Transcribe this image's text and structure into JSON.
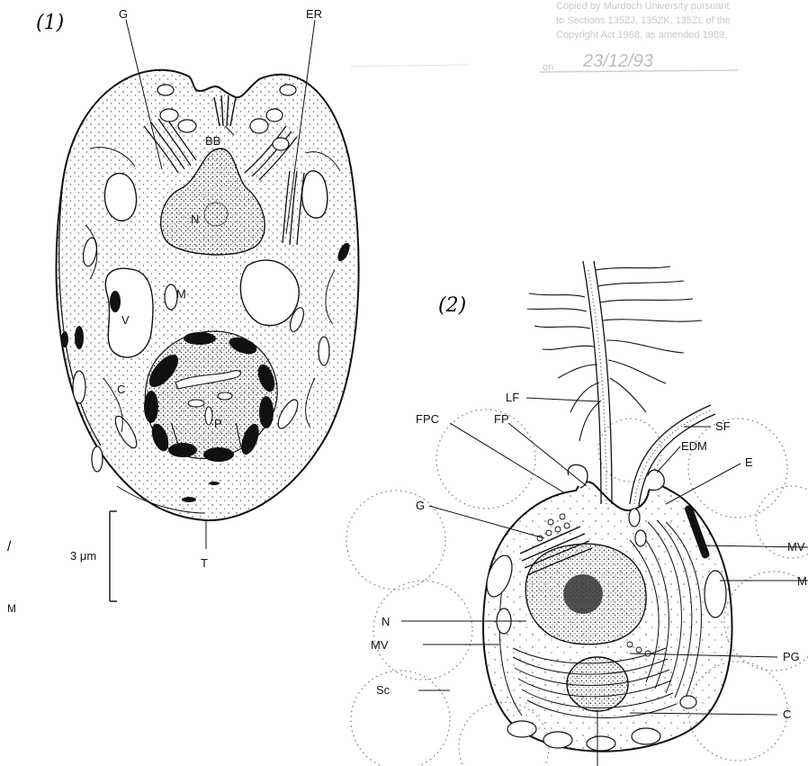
{
  "stamp": {
    "line1": "Copied by Murdoch University pursuant",
    "line2": "to Sections 135ZJ, 135ZK, 135ZL of the",
    "line3": "Copyright Act 1968, as amended 1989.",
    "on_label": "on",
    "date": "23/12/93"
  },
  "figure1": {
    "number": "(1)",
    "labels": {
      "G": "G",
      "ER": "ER",
      "BB": "BB",
      "N": "N",
      "M": "M",
      "V": "V",
      "C": "C",
      "P": "P",
      "T": "T"
    },
    "scale_bar": "3 μm"
  },
  "figure2": {
    "number": "(2)",
    "labels": {
      "LF": "LF",
      "SF": "SF",
      "FPC": "FPC",
      "FP": "FP",
      "EDM": "EDM",
      "E": "E",
      "G": "G",
      "MV_right": "MV",
      "M_right": "M",
      "N": "N",
      "MV_left": "MV",
      "PG": "PG",
      "Sc": "Sc",
      "C": "C"
    }
  },
  "margin_marks": {
    "a": "/",
    "b": "M"
  }
}
